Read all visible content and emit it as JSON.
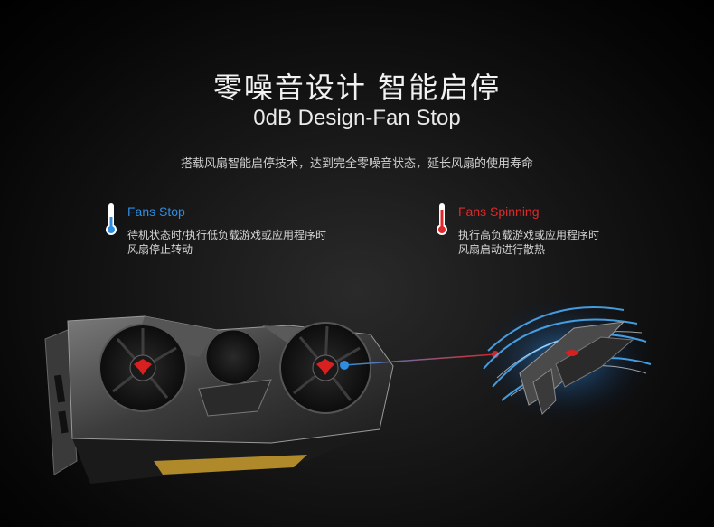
{
  "header": {
    "title_cn": "零噪音设计  智能启停",
    "title_en": "0dB Design-Fan Stop",
    "subtitle": "搭载风扇智能启停技术，达到完全零噪音状态，延长风扇的使用寿命"
  },
  "features": [
    {
      "title": "Fans Stop",
      "desc_line1": "待机状态时/执行低负载游戏或应用程序时",
      "desc_line2": "风扇停止转动",
      "color": "#2f8de0",
      "icon": "thermometer-cold-icon"
    },
    {
      "title": "Fans Spinning",
      "desc_line1": "执行高负载游戏或应用程序时",
      "desc_line2": "风扇启动进行散热",
      "color": "#e0282a",
      "icon": "thermometer-hot-icon"
    }
  ],
  "colors": {
    "background": "#000000",
    "cold_accent": "#2f8de0",
    "hot_accent": "#e0282a"
  }
}
